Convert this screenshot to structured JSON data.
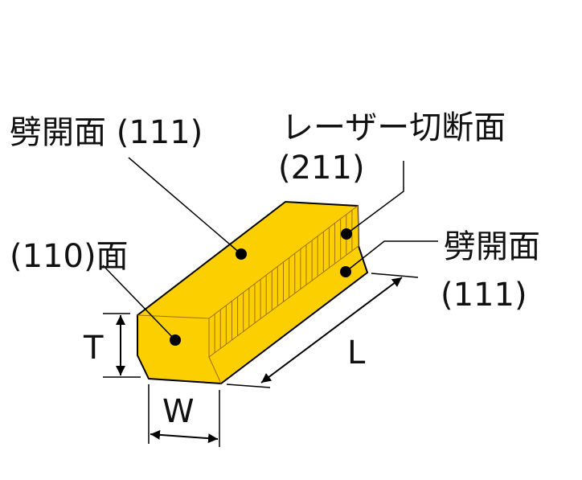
{
  "colors": {
    "block": "#fcd000",
    "outline": "#000000",
    "hatch": "#a07000"
  },
  "labels": {
    "cleave_top": "劈開面 (111)",
    "laser_cut": "レーザー切断面",
    "laser_cut_index": "(211)",
    "cleave_side": "劈開面",
    "cleave_side_index": "(111)",
    "face_110": "(110)面"
  },
  "dimensions": {
    "thickness": "T",
    "width": "W",
    "length": "L"
  }
}
